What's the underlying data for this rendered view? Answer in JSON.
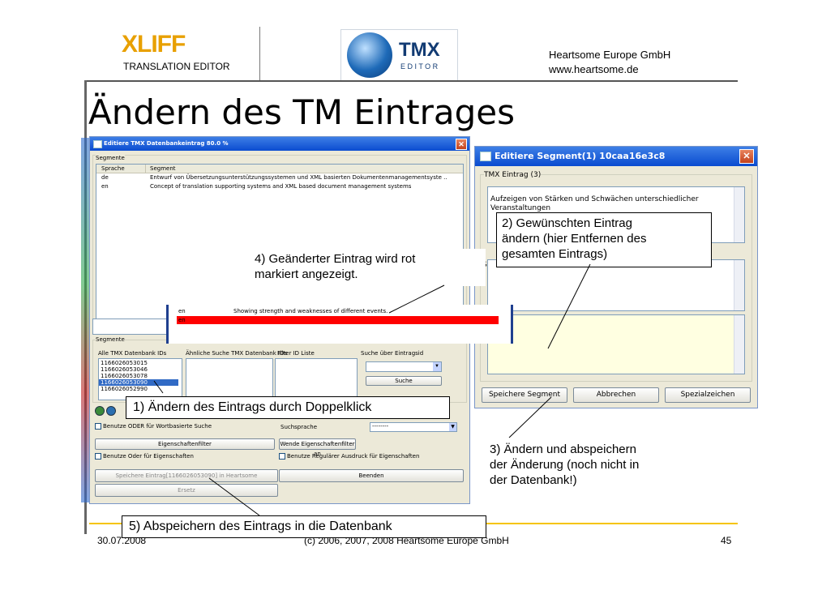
{
  "header": {
    "company": "Heartsome Europe GmbH",
    "website": "www.heartsome.de",
    "xliff_logo_main": "XLIFF",
    "xliff_logo_sub": "TRANSLATION EDITOR",
    "tmx_logo_main": "TMX",
    "tmx_logo_sub": "E D I T O R"
  },
  "slide_title": "Ändern des TM Eintrages",
  "left_window": {
    "title": "Editiere TMX Datenbankeintrag 80.0 %",
    "segments_group": "Segmente",
    "col_language": "Sprache",
    "col_segment": "Segment",
    "rows": [
      {
        "lang": "de",
        "text": "Entwurf von Übersetzungsunterstützungssystemen und XML basierten Dokumentenmanagementsyste .."
      },
      {
        "lang": "en",
        "text": "Concept of translation supporting systems and XML based document management systems"
      }
    ],
    "strip_rows": [
      {
        "lang": "en",
        "text": "Showing strength and weaknesses of different events."
      },
      {
        "lang": "en",
        "text": ""
      }
    ],
    "segments_group2": "Segmente",
    "col_all_ids": "Alle TMX Datenbank IDs",
    "col_similar": "Ähnliche Suche TMX Datenbank IDs",
    "col_filter": "Filter ID Liste",
    "col_search_id": "Suche über Eintragsid",
    "ids": [
      "1166026053015",
      "1166026053046",
      "1166026053078",
      "1166026053090",
      "1166026052990"
    ],
    "selected_id_index": 3,
    "search_button": "Suche",
    "chk_or_search": "Benutze ODER für Wortbasierte Suche",
    "search_lang_label": "Suchsprache",
    "search_lang_value": "--------",
    "props_filter_button": "Eigenschaftenfilter",
    "apply_props_button": "Wende Eigenschaftenfilter an",
    "chk_or_props": "Benutze Oder für Eigenschaften",
    "chk_regex": "Benutze Regulärer Ausdruck für Eigenschaften",
    "save_entry_button": "Speichere Eintrag[1166026053090] in Heartsome",
    "finish_button": "Beenden",
    "reset_button": "Ersetz"
  },
  "right_window": {
    "title": "Editiere Segment(1) 10caa16e3c8",
    "group_label": "TMX Eintrag (3)",
    "text_line1": "Aufzeigen von Stärken und Schwächen unterschiedlicher",
    "text_line2": "Veranstaltungen",
    "sh_label": "Sh",
    "save_segment_button": "Speichere Segment",
    "cancel_button": "Abbrechen",
    "special_chars_button": "Spezialzeichen"
  },
  "callouts": {
    "c1": "1) Ändern des Eintrags durch Doppelklick",
    "c2_line1": "2) Gewünschten Eintrag",
    "c2_line2": "ändern (hier Entfernen des",
    "c2_line3": "gesamten Eintrags)",
    "c3_line1": "3) Ändern und abspeichern",
    "c3_line2": "der Änderung (noch nicht in",
    "c3_line3": "der Datenbank!)",
    "c4_line1": "4) Geänderter Eintrag wird rot",
    "c4_line2": "markiert angezeigt.",
    "c5": "5) Abspeichern des Eintrags in die Datenbank"
  },
  "footer": {
    "date": "30.07.2008",
    "copyright": "(c) 2006, 2007, 2008 Heartsome Europe GmbH",
    "page_number": "45"
  },
  "colors": {
    "accent_line": "#f5c400",
    "titlebar": "#0a4bd0",
    "highlight": "#ff0000",
    "yellow_field": "#ffffe1"
  }
}
